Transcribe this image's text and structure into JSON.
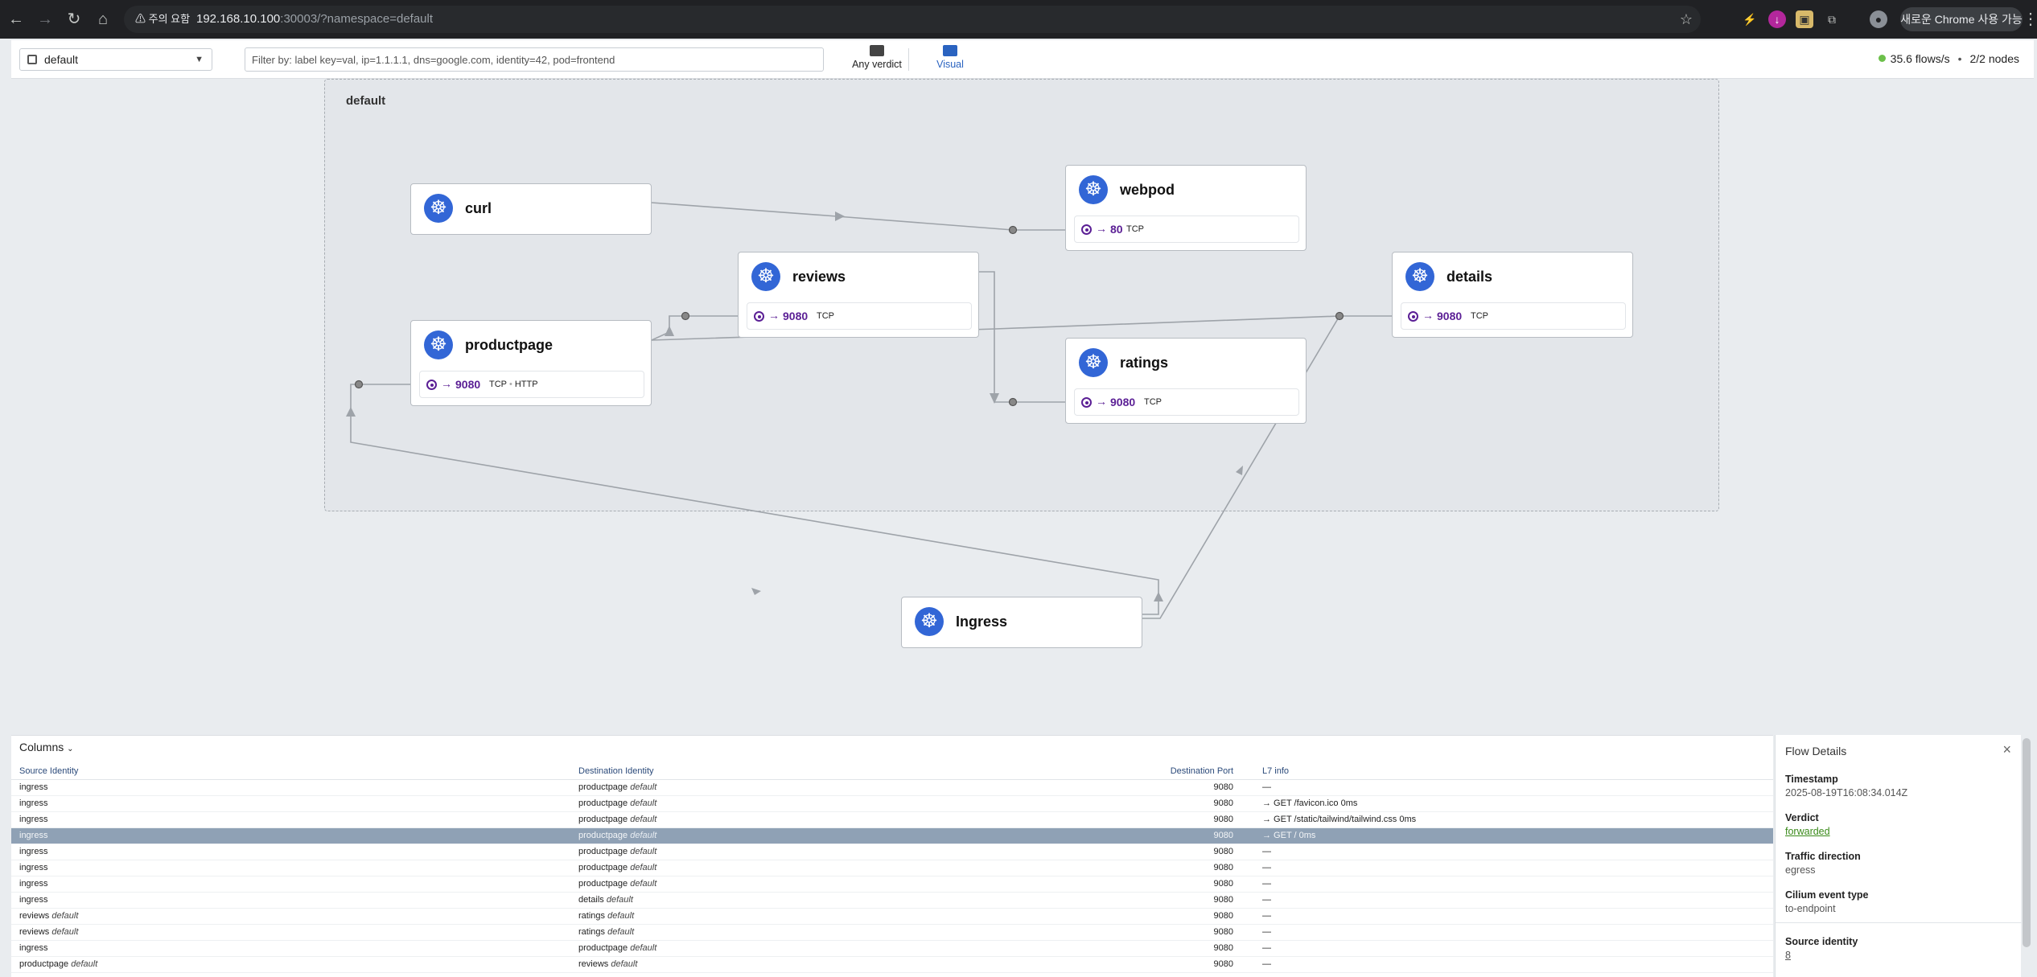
{
  "browser": {
    "security_warning": "⚠ 주의 요함",
    "url_host": "192.168.10.100",
    "url_path": ":30003/?namespace=default",
    "chrome_cta": "새로운 Chrome 사용 가능"
  },
  "toolbar": {
    "namespace": "default",
    "filter_placeholder": "Filter by: label key=val, ip=1.1.1.1, dns=google.com, identity=42, pod=frontend",
    "verdict_label": "Any verdict",
    "visual_label": "Visual",
    "flow_rate": "35.6 flows/s",
    "status_sep": "•",
    "nodes": "2/2 nodes"
  },
  "service_map": {
    "namespace_label": "default",
    "services": {
      "curl": {
        "name": "curl"
      },
      "webpod": {
        "name": "webpod",
        "port": "80",
        "protocols": [
          "TCP"
        ]
      },
      "reviews": {
        "name": "reviews",
        "port": "9080",
        "protocols": [
          "TCP"
        ]
      },
      "details": {
        "name": "details",
        "port": "9080",
        "protocols": [
          "TCP"
        ]
      },
      "productpage": {
        "name": "productpage",
        "port": "9080",
        "protocols": [
          "TCP",
          "HTTP"
        ]
      },
      "ratings": {
        "name": "ratings",
        "port": "9080",
        "protocols": [
          "TCP"
        ]
      },
      "ingress": {
        "name": "Ingress"
      }
    }
  },
  "flows": {
    "columns_label": "Columns",
    "headers": {
      "source": "Source Identity",
      "destination": "Destination Identity",
      "port": "Destination Port",
      "l7": "L7 info"
    },
    "rows": [
      {
        "src": "ingress",
        "src_ns": "",
        "dst": "productpage",
        "dst_ns": "default",
        "port": "9080",
        "l7": "—"
      },
      {
        "src": "ingress",
        "src_ns": "",
        "dst": "productpage",
        "dst_ns": "default",
        "port": "9080",
        "l7": "→ GET /favicon.ico  0ms"
      },
      {
        "src": "ingress",
        "src_ns": "",
        "dst": "productpage",
        "dst_ns": "default",
        "port": "9080",
        "l7": "→ GET /static/tailwind/tailwind.css  0ms"
      },
      {
        "src": "ingress",
        "src_ns": "",
        "dst": "productpage",
        "dst_ns": "default",
        "port": "9080",
        "l7": "→ GET /  0ms",
        "selected": true
      },
      {
        "src": "ingress",
        "src_ns": "",
        "dst": "productpage",
        "dst_ns": "default",
        "port": "9080",
        "l7": "—"
      },
      {
        "src": "ingress",
        "src_ns": "",
        "dst": "productpage",
        "dst_ns": "default",
        "port": "9080",
        "l7": "—"
      },
      {
        "src": "ingress",
        "src_ns": "",
        "dst": "productpage",
        "dst_ns": "default",
        "port": "9080",
        "l7": "—"
      },
      {
        "src": "ingress",
        "src_ns": "",
        "dst": "details",
        "dst_ns": "default",
        "port": "9080",
        "l7": "—"
      },
      {
        "src": "reviews",
        "src_ns": "default",
        "dst": "ratings",
        "dst_ns": "default",
        "port": "9080",
        "l7": "—"
      },
      {
        "src": "reviews",
        "src_ns": "default",
        "dst": "ratings",
        "dst_ns": "default",
        "port": "9080",
        "l7": "—"
      },
      {
        "src": "ingress",
        "src_ns": "",
        "dst": "productpage",
        "dst_ns": "default",
        "port": "9080",
        "l7": "—"
      },
      {
        "src": "productpage",
        "src_ns": "default",
        "dst": "reviews",
        "dst_ns": "default",
        "port": "9080",
        "l7": "—"
      }
    ]
  },
  "flow_details": {
    "title": "Flow Details",
    "close": "×",
    "timestamp_label": "Timestamp",
    "timestamp": "2025-08-19T16:08:34.014Z",
    "verdict_label": "Verdict",
    "verdict": "forwarded",
    "direction_label": "Traffic direction",
    "direction": "egress",
    "event_label": "Cilium event type",
    "event": "to-endpoint",
    "src_identity_label": "Source identity",
    "src_identity": "8"
  },
  "colors": {
    "accent": "#3266d6",
    "port": "#5b1f95",
    "selected_row": "#8fa1b5",
    "status_ok": "#6cc04a"
  }
}
